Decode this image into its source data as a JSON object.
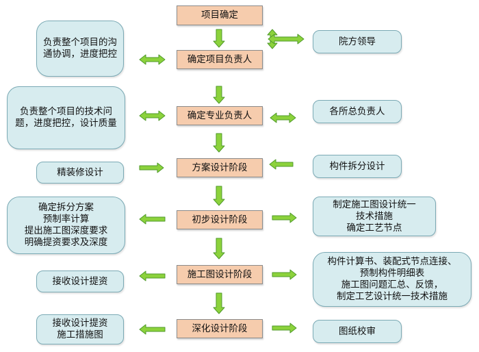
{
  "colors": {
    "center_fill": "#f6ccad",
    "side_fill": "#d7ecef",
    "arrow_fill": "#8cd23c",
    "arrow_stroke": "#4f9a2a"
  },
  "center": {
    "n1": "项目确定",
    "n2": "确定项目负责人",
    "n3": "确定专业负责人",
    "n4": "方案设计阶段",
    "n5": "初步设计阶段",
    "n6": "施工图设计阶段",
    "n7": "深化设计阶段"
  },
  "left": {
    "l1": "负责整个项目的沟通协调，进度把控",
    "l2": "负责整个项目的技术问题，进度把控，设计质量",
    "l3": "精装修设计",
    "l4": [
      "确定拆分方案",
      "预制率计算",
      "提出施工图深度要求",
      "明确提资要求及深度"
    ],
    "l5": "接收设计提资",
    "l6": [
      "接收设计提资",
      "施工措施图"
    ]
  },
  "right": {
    "r1": "院方领导",
    "r2": "各所总负责人",
    "r3": "构件拆分设计",
    "r4": [
      "制定施工图设计统一",
      "技术措施",
      "确定工艺节点"
    ],
    "r5": [
      "构件计算书、装配式节点连接、",
      "预制构件明细表",
      "施工图问题汇总、反馈，",
      "制定工艺设计统一技术措施"
    ],
    "r6": "图纸校审"
  }
}
